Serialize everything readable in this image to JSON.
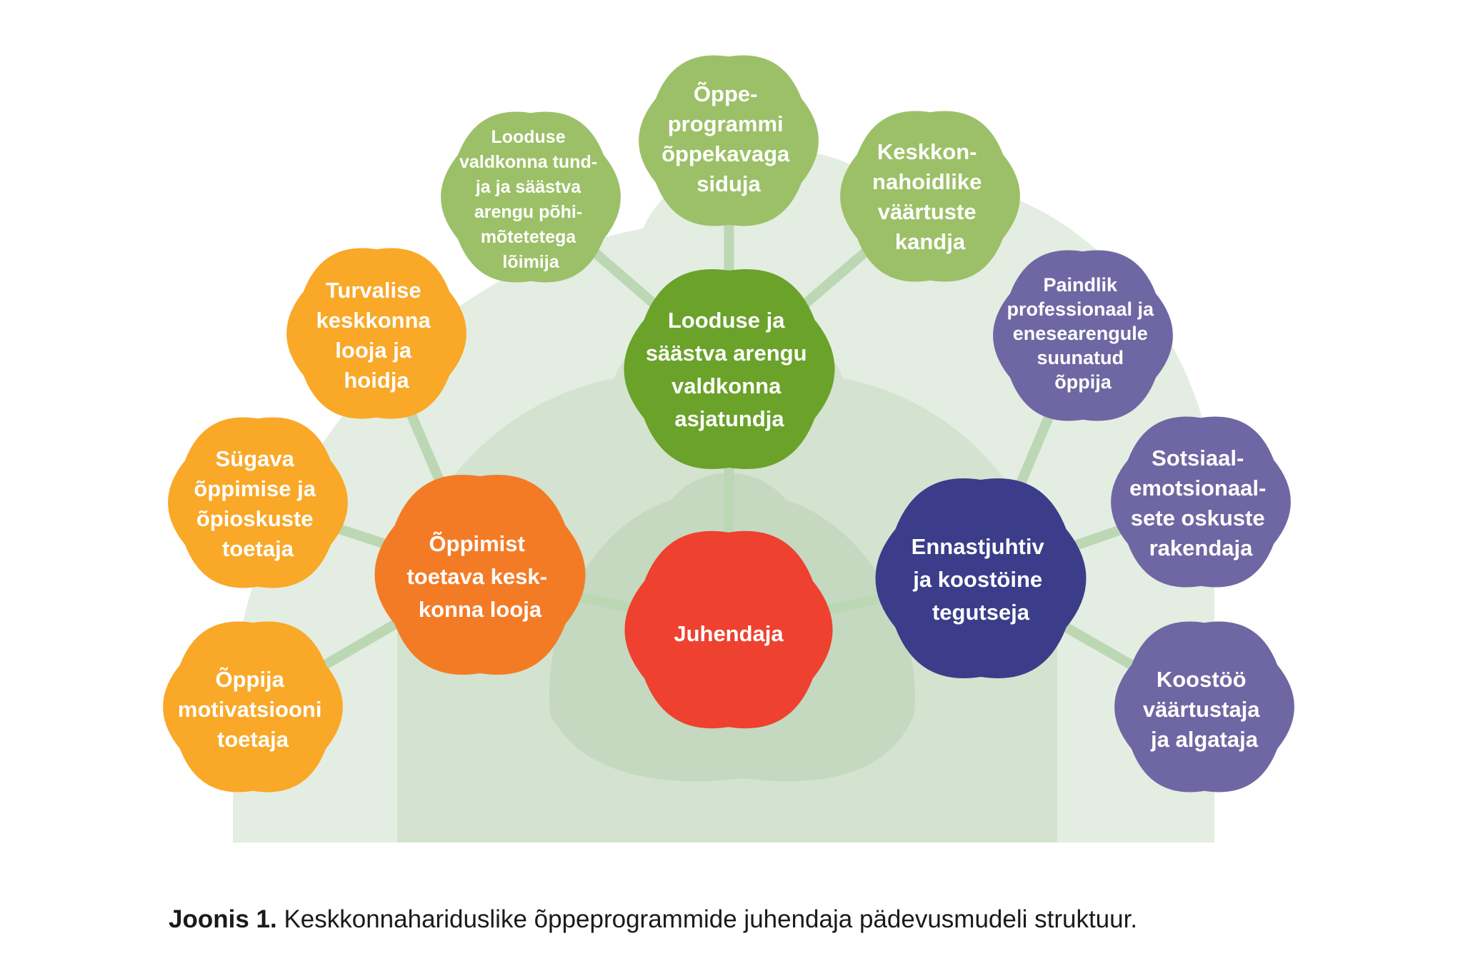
{
  "colors": {
    "background_light": "#e4ede1",
    "background_mid": "#d3e3cf",
    "background_dark": "#c4d9bf",
    "connector": "#bcd7b4",
    "center": "#ee4130",
    "green_hub": "#6aa22a",
    "green_leaf": "#9cc067",
    "orange_hub": "#f47b26",
    "orange_leaf": "#f9a828",
    "navy_hub": "#3b3d8a",
    "purple_leaf": "#6f67a3"
  },
  "center": {
    "lines": [
      "Juhendaja"
    ]
  },
  "hubs": [
    {
      "id": "green",
      "lines": [
        "Looduse ja",
        "säästva arengu",
        "valdkonna",
        "asjatundja"
      ]
    },
    {
      "id": "orange",
      "lines": [
        "Õppimist",
        "toetava kesk-",
        "konna looja"
      ]
    },
    {
      "id": "navy",
      "lines": [
        "Ennastjuhtiv",
        "ja koostöine",
        "tegutseja"
      ]
    }
  ],
  "leaves": [
    {
      "id": "green-1",
      "lines": [
        "Looduse",
        "valdkonna tund-",
        "ja ja säästva",
        "arengu põhi-",
        "mõtetetega",
        "lõimija"
      ]
    },
    {
      "id": "green-2",
      "lines": [
        "Õppe-",
        "programmi",
        "õppekavaga",
        "siduja"
      ]
    },
    {
      "id": "green-3",
      "lines": [
        "Keskkon-",
        "nahoidlike",
        "väärtuste",
        "kandja"
      ]
    },
    {
      "id": "orange-1",
      "lines": [
        "Turvalise",
        "keskkonna",
        "looja ja",
        "hoidja"
      ]
    },
    {
      "id": "orange-2",
      "lines": [
        "Sügava",
        "õppimise ja",
        "õpioskuste",
        "toetaja"
      ]
    },
    {
      "id": "orange-3",
      "lines": [
        "Õppija",
        "motivatsiooni",
        "toetaja"
      ]
    },
    {
      "id": "purple-1",
      "lines": [
        "Paindlik",
        "professionaal ja",
        "enesearengule",
        "suunatud",
        "õppija"
      ]
    },
    {
      "id": "purple-2",
      "lines": [
        "Sotsiaal-",
        "emotsionaal-",
        "sete oskuste",
        "rakendaja"
      ]
    },
    {
      "id": "purple-3",
      "lines": [
        "Koostöö",
        "väärtustaja",
        "ja algataja"
      ]
    }
  ],
  "caption": {
    "label": "Joonis 1.",
    "text": " Keskkonnahariduslike õppeprogrammide juhendaja pädevusmudeli struktuur."
  }
}
